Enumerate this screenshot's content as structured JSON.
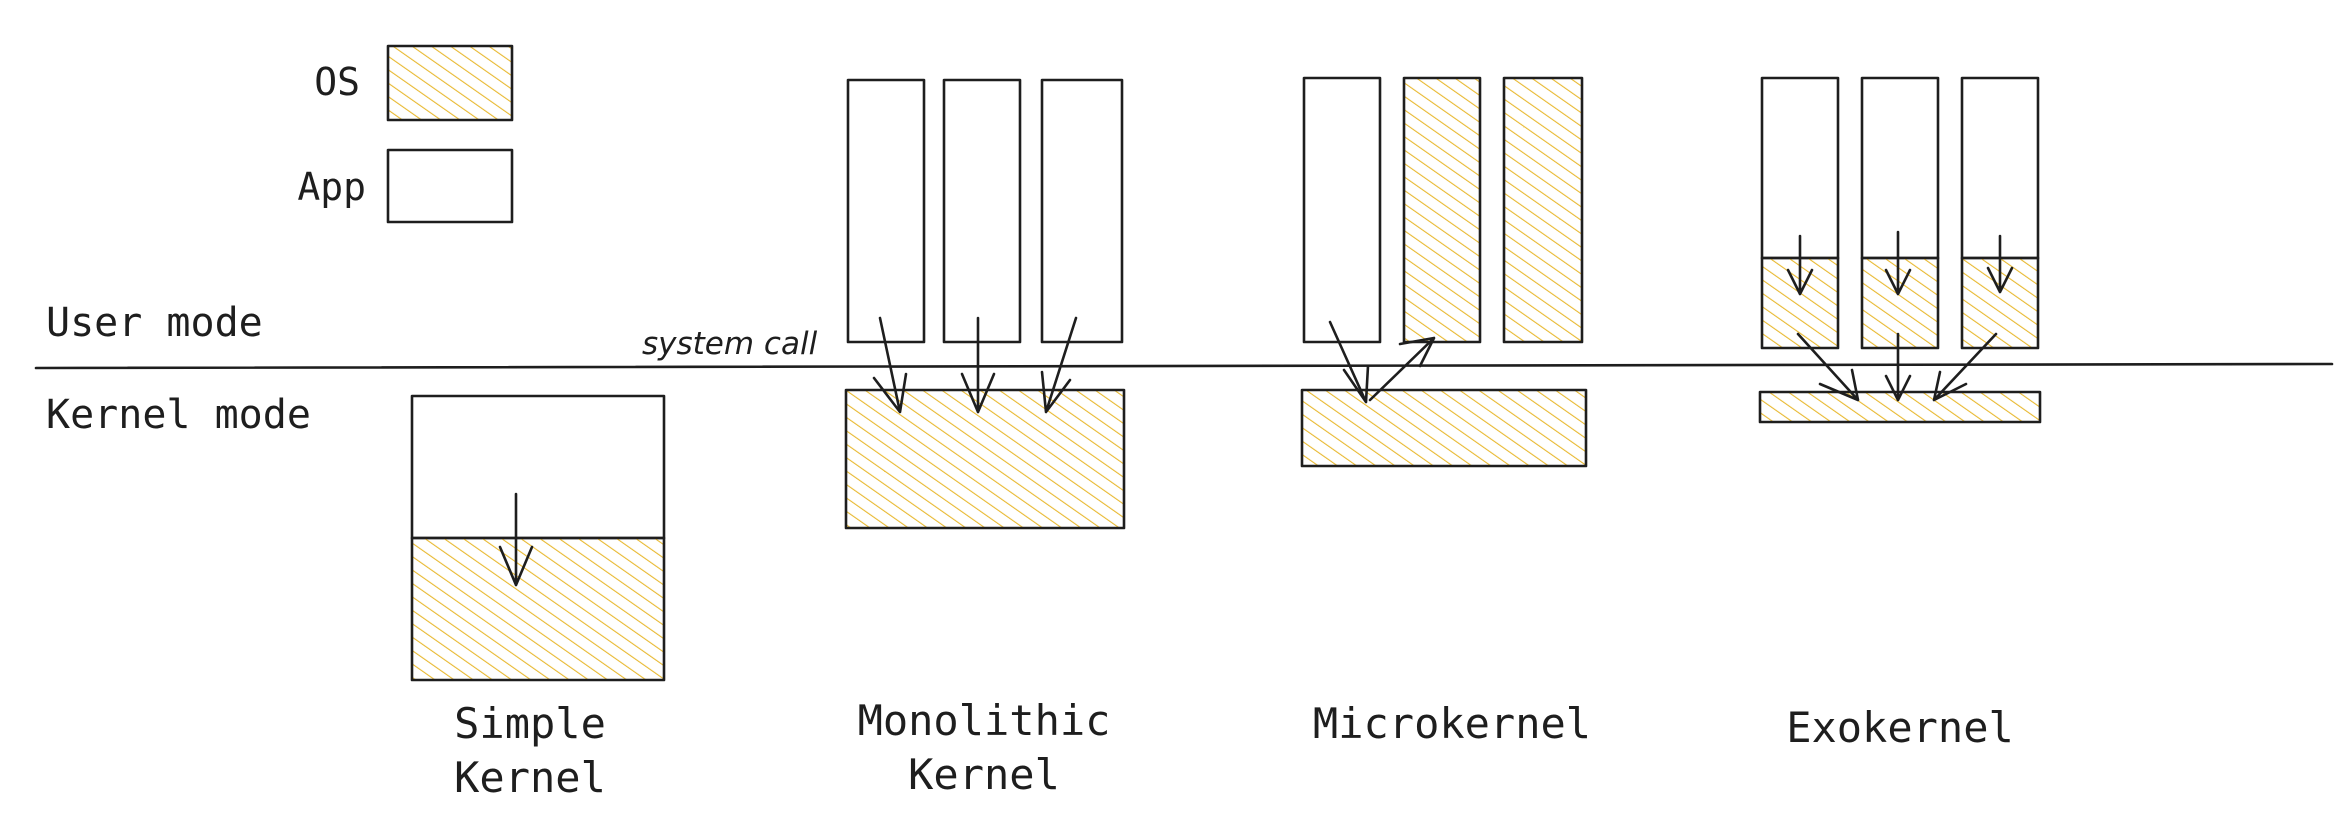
{
  "legend": {
    "os_label": "OS",
    "app_label": "App"
  },
  "modes": {
    "user": "User mode",
    "kernel": "Kernel mode"
  },
  "annotation": "system call",
  "kernels": {
    "simple": {
      "line1": "Simple",
      "line2": "Kernel"
    },
    "monolithic": {
      "line1": "Monolithic",
      "line2": "Kernel"
    },
    "microkernel": {
      "line1": "Microkernel"
    },
    "exokernel": {
      "line1": "Exokernel"
    }
  },
  "colors": {
    "os_fill": "#e8b931",
    "app_fill": "#ffffff",
    "stroke": "#1e1e1e"
  }
}
